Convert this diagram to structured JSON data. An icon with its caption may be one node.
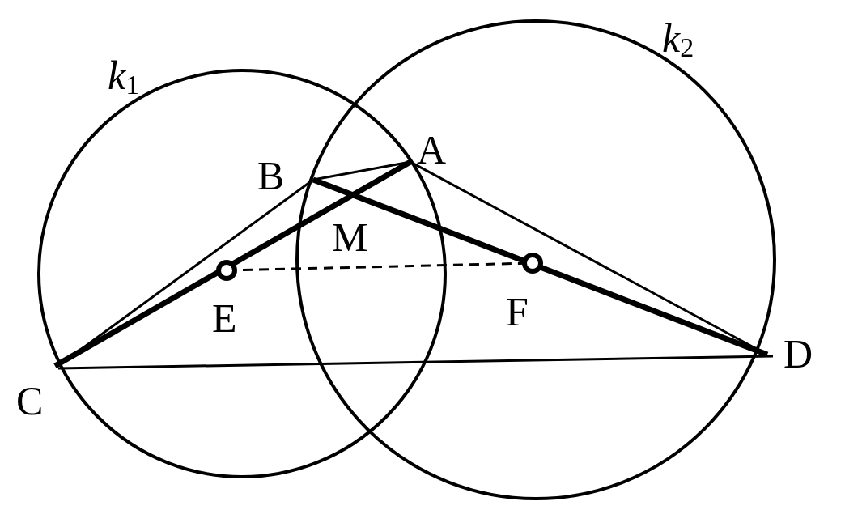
{
  "diagram": {
    "labels": [
      "*k*$_{1}$",
      "*k*$_{2}$",
      "A",
      "B",
      "M",
      "E",
      "F",
      "C",
      "D"
    ]
  }
}
